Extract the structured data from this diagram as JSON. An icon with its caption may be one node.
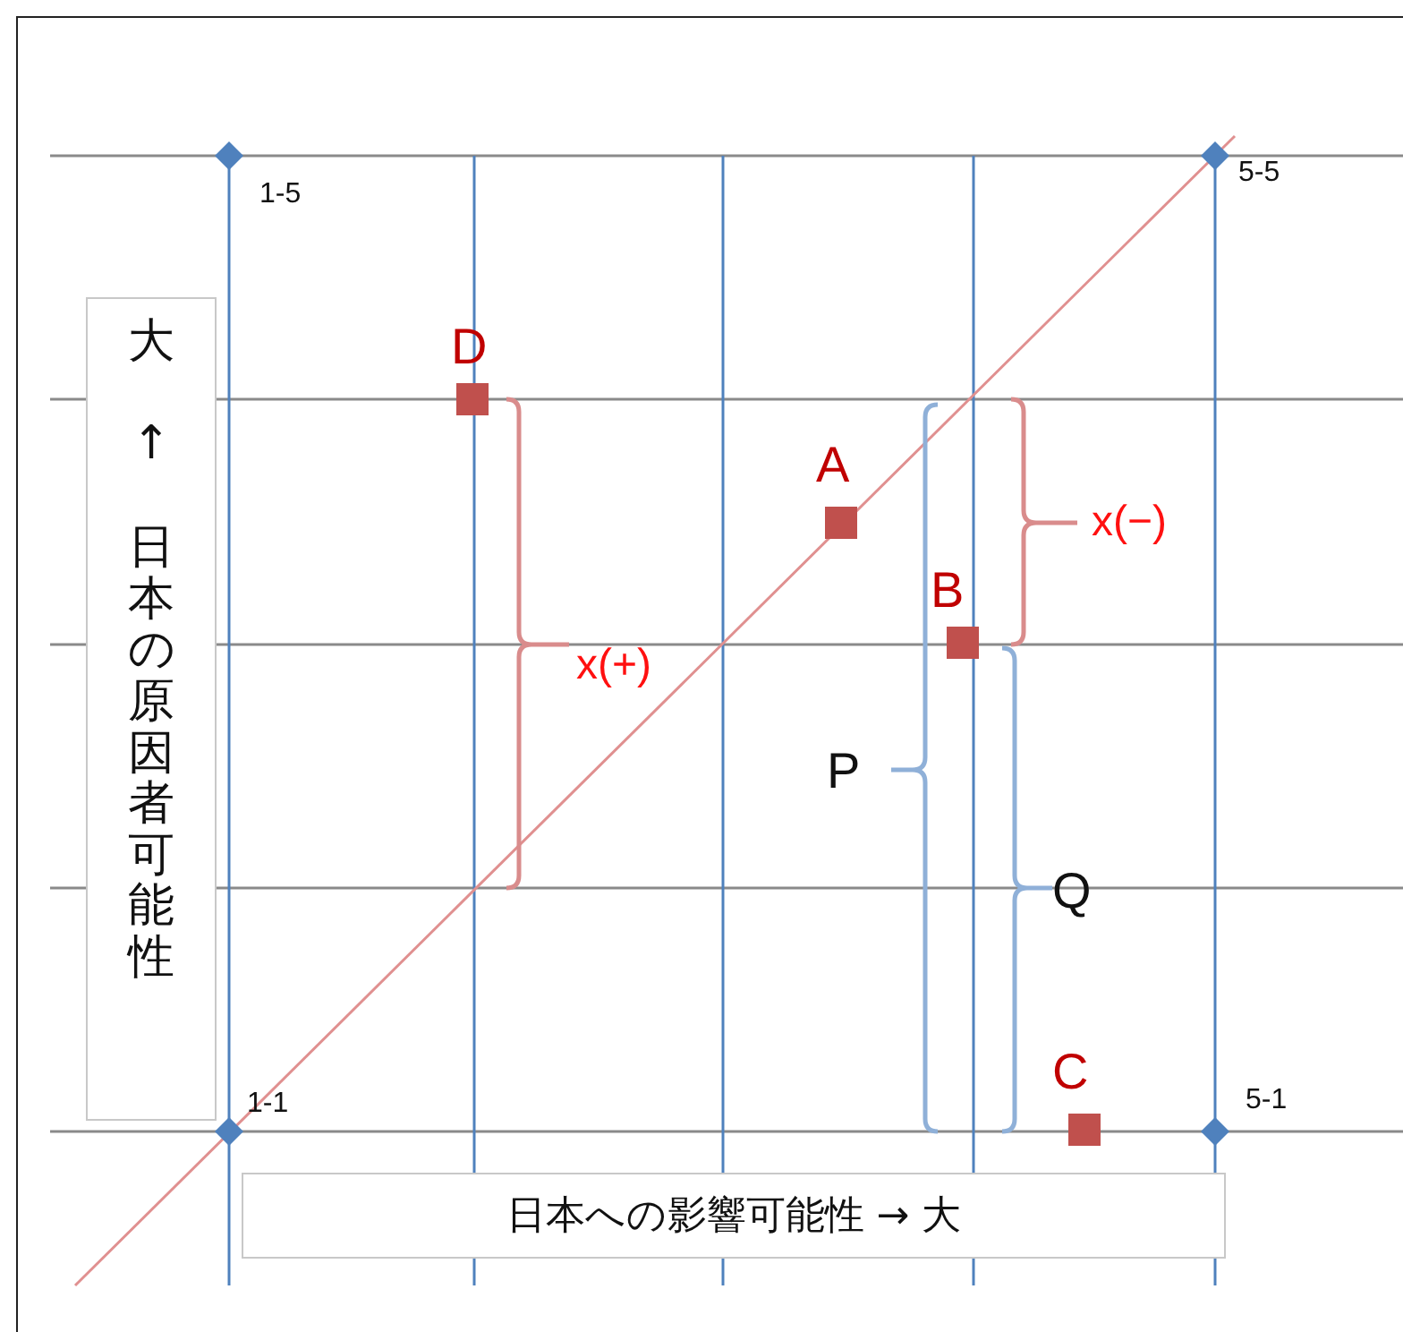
{
  "diagram": {
    "nodes": [
      {
        "text": [
          "大",
          "↑",
          "日本の原因者可能性"
        ]
      },
      {
        "text": [
          "日本への影響可能性 → 大"
        ]
      }
    ],
    "labels": [
      "1-5",
      "5-5",
      "1-1",
      "5-1",
      "D",
      "A",
      "B",
      "C",
      "x(+)",
      "x(−)",
      "P",
      "Q"
    ]
  }
}
